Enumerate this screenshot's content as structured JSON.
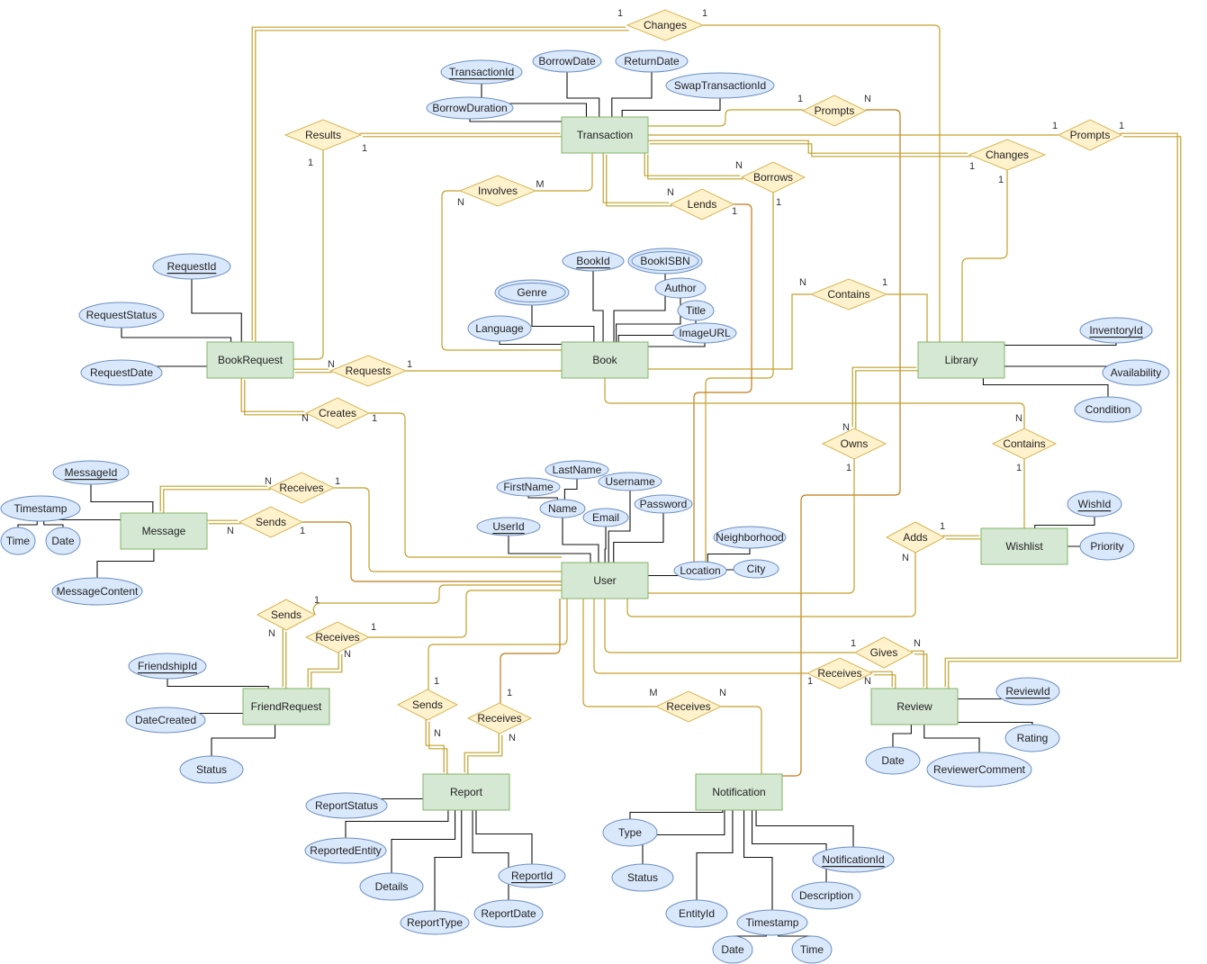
{
  "diagram": {
    "type": "ER diagram",
    "colors": {
      "entity_fill": "#d5e8d4",
      "entity_stroke": "#82b366",
      "attribute_fill": "#dae8fc",
      "attribute_stroke": "#6c8ebf",
      "relationship_fill": "#fff2cc",
      "relationship_stroke": "#d6b656",
      "connector": "#c2a02a"
    },
    "entities": [
      {
        "id": "transaction",
        "label": "Transaction"
      },
      {
        "id": "bookrequest",
        "label": "BookRequest"
      },
      {
        "id": "book",
        "label": "Book"
      },
      {
        "id": "library",
        "label": "Library"
      },
      {
        "id": "message",
        "label": "Message"
      },
      {
        "id": "user",
        "label": "User"
      },
      {
        "id": "wishlist",
        "label": "Wishlist"
      },
      {
        "id": "friendrequest",
        "label": "FriendRequest"
      },
      {
        "id": "report",
        "label": "Report"
      },
      {
        "id": "notification",
        "label": "Notification"
      },
      {
        "id": "review",
        "label": "Review"
      }
    ],
    "attributes": [
      {
        "id": "a_transactionid",
        "label": "TransactionId",
        "key": true,
        "owner": "transaction"
      },
      {
        "id": "a_borrowdate",
        "label": "BorrowDate",
        "owner": "transaction"
      },
      {
        "id": "a_returndate",
        "label": "ReturnDate",
        "owner": "transaction"
      },
      {
        "id": "a_swaptransactionid",
        "label": "SwapTransactionId",
        "owner": "transaction"
      },
      {
        "id": "a_borrowduration",
        "label": "BorrowDuration",
        "owner": "transaction"
      },
      {
        "id": "a_requestid",
        "label": "RequestId",
        "key": true,
        "owner": "bookrequest"
      },
      {
        "id": "a_requeststatus",
        "label": "RequestStatus",
        "owner": "bookrequest"
      },
      {
        "id": "a_requestdate",
        "label": "RequestDate",
        "owner": "bookrequest"
      },
      {
        "id": "a_bookid",
        "label": "BookId",
        "key": true,
        "owner": "book"
      },
      {
        "id": "a_bookisbn",
        "label": "BookISBN",
        "multivalued": true,
        "owner": "book"
      },
      {
        "id": "a_genre",
        "label": "Genre",
        "multivalued": true,
        "owner": "book"
      },
      {
        "id": "a_author",
        "label": "Author",
        "owner": "book"
      },
      {
        "id": "a_title",
        "label": "Title",
        "owner": "book"
      },
      {
        "id": "a_language",
        "label": "Language",
        "owner": "book"
      },
      {
        "id": "a_imageurl",
        "label": "ImageURL",
        "owner": "book"
      },
      {
        "id": "a_inventoryid",
        "label": "InventoryId",
        "key": true,
        "owner": "library"
      },
      {
        "id": "a_availability",
        "label": "Availability",
        "owner": "library"
      },
      {
        "id": "a_condition",
        "label": "Condition",
        "owner": "library"
      },
      {
        "id": "a_messageid",
        "label": "MessageId",
        "key": true,
        "owner": "message"
      },
      {
        "id": "a_msg_timestamp",
        "label": "Timestamp",
        "owner": "message"
      },
      {
        "id": "a_msg_time",
        "label": "Time",
        "owner": "a_msg_timestamp"
      },
      {
        "id": "a_msg_date",
        "label": "Date",
        "owner": "a_msg_timestamp"
      },
      {
        "id": "a_messagecontent",
        "label": "MessageContent",
        "owner": "message"
      },
      {
        "id": "a_lastname",
        "label": "LastName",
        "owner": "a_name"
      },
      {
        "id": "a_firstname",
        "label": "FirstName",
        "owner": "a_name"
      },
      {
        "id": "a_username",
        "label": "Username",
        "owner": "user"
      },
      {
        "id": "a_name",
        "label": "Name",
        "owner": "user"
      },
      {
        "id": "a_email",
        "label": "Email",
        "owner": "user"
      },
      {
        "id": "a_password",
        "label": "Password",
        "owner": "user"
      },
      {
        "id": "a_userid",
        "label": "UserId",
        "key": true,
        "owner": "user"
      },
      {
        "id": "a_neighborhood",
        "label": "Neighborhood",
        "owner": "a_location"
      },
      {
        "id": "a_location",
        "label": "Location",
        "owner": "user"
      },
      {
        "id": "a_city",
        "label": "City",
        "owner": "a_location"
      },
      {
        "id": "a_wishid",
        "label": "WishId",
        "key": true,
        "owner": "wishlist"
      },
      {
        "id": "a_priority",
        "label": "Priority",
        "owner": "wishlist"
      },
      {
        "id": "a_friendshipid",
        "label": "FriendshipId",
        "key": true,
        "owner": "friendrequest"
      },
      {
        "id": "a_datecreated",
        "label": "DateCreated",
        "owner": "friendrequest"
      },
      {
        "id": "a_fr_status",
        "label": "Status",
        "owner": "friendrequest"
      },
      {
        "id": "a_reportstatus",
        "label": "ReportStatus",
        "owner": "report"
      },
      {
        "id": "a_reportedentity",
        "label": "ReportedEntity",
        "owner": "report"
      },
      {
        "id": "a_details",
        "label": "Details",
        "owner": "report"
      },
      {
        "id": "a_reportid",
        "label": "ReportId",
        "key": true,
        "owner": "report"
      },
      {
        "id": "a_reporttype",
        "label": "ReportType",
        "owner": "report"
      },
      {
        "id": "a_reportdate",
        "label": "ReportDate",
        "owner": "report"
      },
      {
        "id": "a_type",
        "label": "Type",
        "owner": "notification"
      },
      {
        "id": "a_n_status",
        "label": "Status",
        "owner": "notification"
      },
      {
        "id": "a_notificationid",
        "label": "NotificationId",
        "key": true,
        "owner": "notification"
      },
      {
        "id": "a_description",
        "label": "Description",
        "owner": "notification"
      },
      {
        "id": "a_entityid",
        "label": "EntityId",
        "owner": "notification"
      },
      {
        "id": "a_n_timestamp",
        "label": "Timestamp",
        "owner": "notification"
      },
      {
        "id": "a_n_date",
        "label": "Date",
        "owner": "a_n_timestamp"
      },
      {
        "id": "a_n_time",
        "label": "Time",
        "owner": "a_n_timestamp"
      },
      {
        "id": "a_reviewid",
        "label": "ReviewId",
        "key": true,
        "owner": "review"
      },
      {
        "id": "a_rating",
        "label": "Rating",
        "owner": "review"
      },
      {
        "id": "a_r_date",
        "label": "Date",
        "owner": "review"
      },
      {
        "id": "a_reviewercomment",
        "label": "ReviewerComment",
        "owner": "review"
      }
    ],
    "relationships": [
      {
        "id": "r_changes_top",
        "label": "Changes",
        "left_card": "1",
        "right_card": "1",
        "between": [
          "bookrequest",
          "library"
        ]
      },
      {
        "id": "r_prompts_1",
        "label": "Prompts",
        "left_card": "1",
        "right_card": "N",
        "between": [
          "transaction",
          "notification"
        ]
      },
      {
        "id": "r_results",
        "label": "Results",
        "left_card": "1",
        "right_card": "1",
        "between": [
          "bookrequest",
          "transaction"
        ]
      },
      {
        "id": "r_prompts_2",
        "label": "Prompts",
        "left_card": "1",
        "right_card": "1",
        "between": [
          "transaction",
          "review"
        ]
      },
      {
        "id": "r_changes_mid",
        "label": "Changes",
        "left_card": "1",
        "right_card": "1",
        "between": [
          "transaction",
          "library"
        ]
      },
      {
        "id": "r_borrows",
        "label": "Borrows",
        "left_card": "N",
        "right_card": "1",
        "between": [
          "transaction",
          "user"
        ]
      },
      {
        "id": "r_involves",
        "label": "Involves",
        "left_card": "N",
        "right_card": "M",
        "between": [
          "book",
          "transaction"
        ]
      },
      {
        "id": "r_lends",
        "label": "Lends",
        "left_card": "N",
        "right_card": "1",
        "between": [
          "transaction",
          "user"
        ]
      },
      {
        "id": "r_contains_lib",
        "label": "Contains",
        "left_card": "N",
        "right_card": "1",
        "between": [
          "book",
          "library"
        ]
      },
      {
        "id": "r_requests",
        "label": "Requests",
        "left_card": "N",
        "right_card": "1",
        "between": [
          "bookrequest",
          "book"
        ]
      },
      {
        "id": "r_creates",
        "label": "Creates",
        "left_card": "N",
        "right_card": "1",
        "between": [
          "bookrequest",
          "user"
        ]
      },
      {
        "id": "r_owns",
        "label": "Owns",
        "left_card": "N",
        "right_card": "1",
        "between": [
          "library",
          "user"
        ]
      },
      {
        "id": "r_contains_wish",
        "label": "Contains",
        "left_card": "N",
        "right_card": "1",
        "between": [
          "book",
          "wishlist"
        ]
      },
      {
        "id": "r_msg_receives",
        "label": "Receives",
        "left_card": "N",
        "right_card": "1",
        "between": [
          "message",
          "user"
        ]
      },
      {
        "id": "r_msg_sends",
        "label": "Sends",
        "left_card": "N",
        "right_card": "1",
        "between": [
          "message",
          "user"
        ]
      },
      {
        "id": "r_adds",
        "label": "Adds",
        "left_card": "1",
        "right_card": "N",
        "between": [
          "user",
          "wishlist"
        ]
      },
      {
        "id": "r_fr_sends",
        "label": "Sends",
        "left_card": "N",
        "right_card": "1",
        "between": [
          "friendrequest",
          "user"
        ]
      },
      {
        "id": "r_fr_receives",
        "label": "Receives",
        "left_card": "N",
        "right_card": "1",
        "between": [
          "friendrequest",
          "user"
        ]
      },
      {
        "id": "r_gives",
        "label": "Gives",
        "left_card": "1",
        "right_card": "N",
        "between": [
          "user",
          "review"
        ]
      },
      {
        "id": "r_rv_receives",
        "label": "Receives",
        "left_card": "1",
        "right_card": "N",
        "between": [
          "user",
          "review"
        ]
      },
      {
        "id": "r_rp_sends",
        "label": "Sends",
        "left_card": "1",
        "right_card": "N",
        "between": [
          "user",
          "report"
        ]
      },
      {
        "id": "r_rp_receives",
        "label": "Receives",
        "left_card": "1",
        "right_card": "N",
        "between": [
          "user",
          "report"
        ]
      },
      {
        "id": "r_nt_receives",
        "label": "Receives",
        "left_card": "M",
        "right_card": "N",
        "between": [
          "user",
          "notification"
        ]
      }
    ]
  }
}
